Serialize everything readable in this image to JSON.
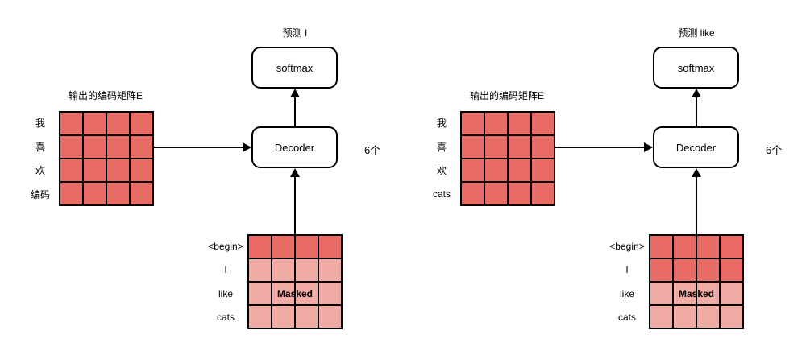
{
  "colors": {
    "cell_dark": "#e96b66",
    "cell_light": "#f1aba5",
    "line": "#000000",
    "background": "#ffffff"
  },
  "panels": [
    {
      "title": "预测 I",
      "softmax_label": "softmax",
      "decoder_label": "Decoder",
      "count_label": "6个",
      "encoder_matrix": {
        "label": "输出的编码矩阵E",
        "rows": 4,
        "cols": 4,
        "row_labels": [
          "我",
          "喜",
          "欢",
          "编码"
        ],
        "row_shades": [
          "dark",
          "dark",
          "dark",
          "dark"
        ]
      },
      "input_matrix": {
        "rows": 4,
        "cols": 4,
        "row_labels": [
          "<begin>",
          "I",
          "like",
          "cats"
        ],
        "row_shades": [
          "dark",
          "light",
          "light",
          "light"
        ],
        "overlay_label": "Masked"
      }
    },
    {
      "title": "预测 like",
      "softmax_label": "softmax",
      "decoder_label": "Decoder",
      "count_label": "6个",
      "encoder_matrix": {
        "label": "输出的编码矩阵E",
        "rows": 4,
        "cols": 4,
        "row_labels": [
          "我",
          "喜",
          "欢",
          "cats"
        ],
        "row_shades": [
          "dark",
          "dark",
          "dark",
          "dark"
        ]
      },
      "input_matrix": {
        "rows": 4,
        "cols": 4,
        "row_labels": [
          "<begin>",
          "I",
          "like",
          "cats"
        ],
        "row_shades": [
          "dark",
          "dark",
          "light",
          "light"
        ],
        "overlay_label": "Masked"
      }
    }
  ]
}
